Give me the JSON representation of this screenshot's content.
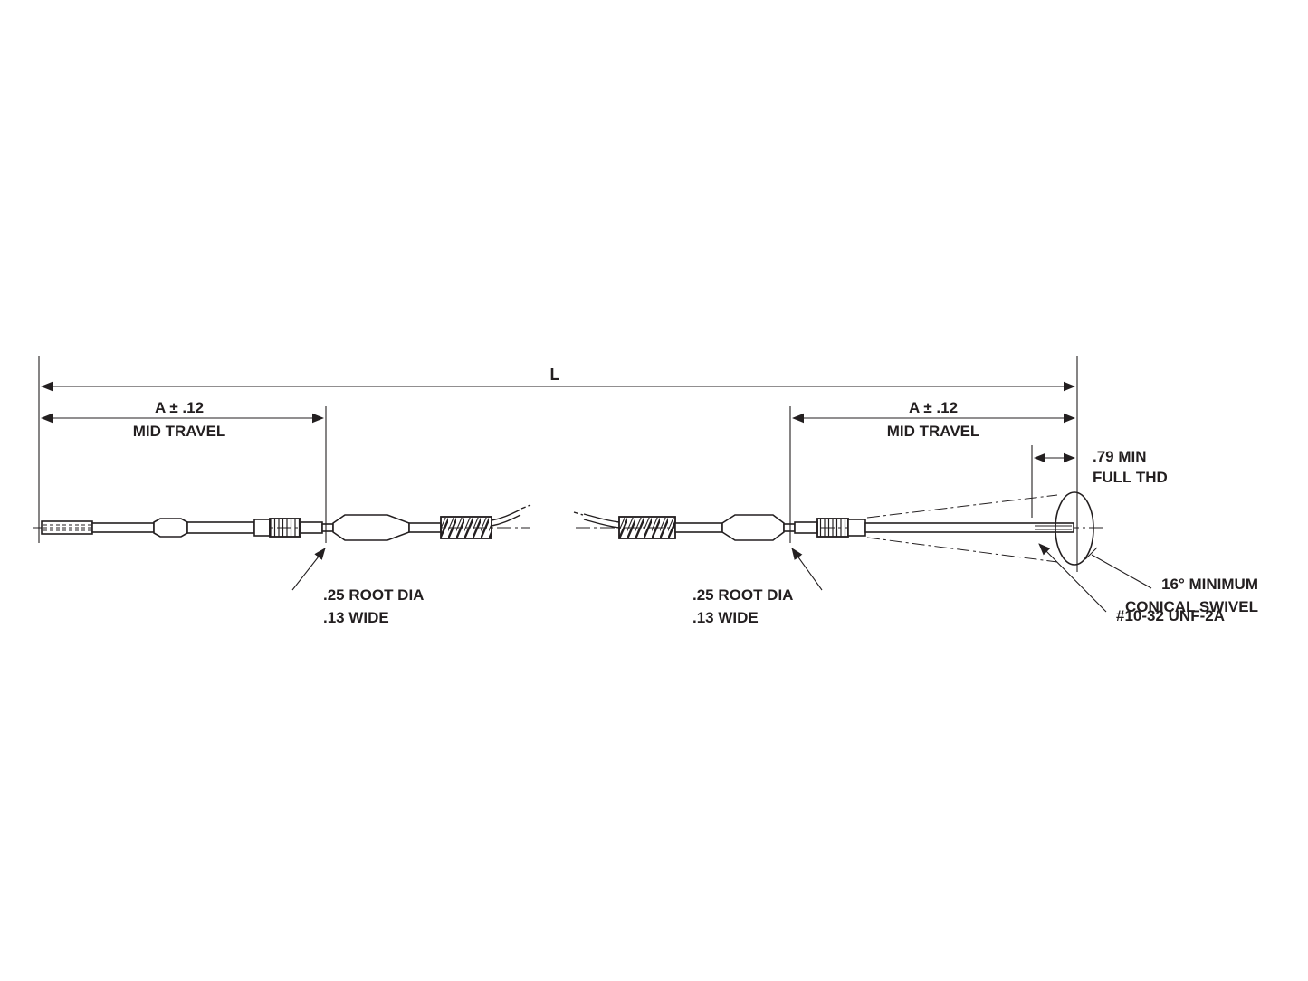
{
  "diagram": {
    "type": "engineering-drawing",
    "subject": "push-pull control cable assembly, both ends, with dimension callouts",
    "colors": {
      "line": "#231f20",
      "background": "#ffffff"
    },
    "dimensions": {
      "overall_length": {
        "label": "L"
      },
      "mid_travel_left": {
        "value": "A ± .12",
        "caption": "MID TRAVEL"
      },
      "mid_travel_right": {
        "value": "A ± .12",
        "caption": "MID TRAVEL"
      },
      "full_thread": {
        "line1": ".79 MIN",
        "line2": "FULL THD"
      },
      "root_dia_left": {
        "line1": ".25 ROOT DIA",
        "line2": ".13 WIDE"
      },
      "root_dia_right": {
        "line1": ".25 ROOT DIA",
        "line2": ".13 WIDE"
      },
      "thread_spec": {
        "label": "#10-32 UNF-2A"
      },
      "conical_swivel": {
        "line1": "16° MINIMUM",
        "line2": "CONICAL SWIVEL"
      }
    }
  }
}
